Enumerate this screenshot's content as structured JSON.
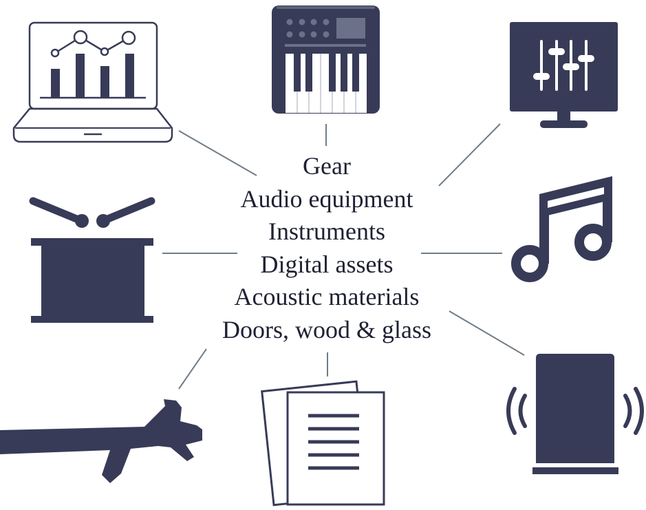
{
  "colors": {
    "icon": "#383b57",
    "connector": "#6f7c87",
    "text": "#1f2133",
    "background": "#ffffff"
  },
  "center": {
    "items": [
      "Gear",
      "Audio equipment",
      "Instruments",
      "Digital assets",
      "Acoustic materials",
      "Doors, wood & glass"
    ]
  },
  "icons": [
    "laptop-chart-icon",
    "keyboard-synth-icon",
    "monitor-mixer-icon",
    "music-note-icon",
    "speaker-icon",
    "documents-icon",
    "branch-icon",
    "drum-icon"
  ]
}
